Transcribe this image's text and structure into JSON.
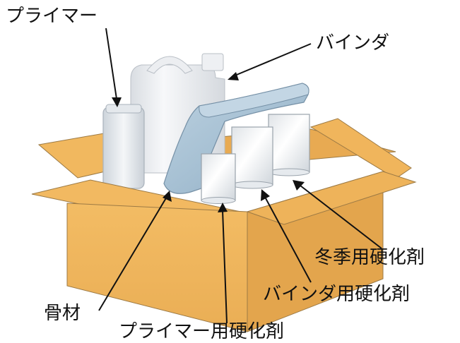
{
  "labels": {
    "primer": "プライマー",
    "binder": "バインダ",
    "winter_hardener": "冬季用硬化剤",
    "binder_hardener": "バインダ用硬化剤",
    "aggregate": "骨材",
    "primer_hardener": "プライマー用硬化剤"
  },
  "colors": {
    "box_front": "#f5bd66",
    "box_side": "#e5a74e",
    "box_flap": "#f0b55c",
    "box_inner": "#d99a45",
    "bag": "#a9c3d6",
    "jerrycan": "#f2f3f5",
    "bottle": "#e9edf2",
    "pouch": "#eef1f4",
    "leader_line": "#111111"
  }
}
